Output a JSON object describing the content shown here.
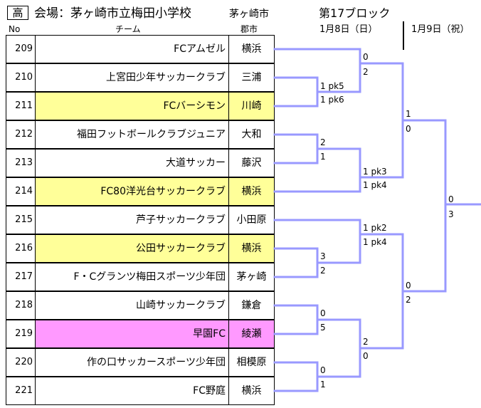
{
  "header": {
    "grade": "高",
    "venue": "会場：茅ヶ崎市立梅田小学校",
    "venue_city": "茅ヶ崎市",
    "block_title": "第17ブロック",
    "date1": "1月8日（日）",
    "date2": "1月9日（祝）"
  },
  "columns": {
    "no": "No",
    "team": "チーム",
    "city": "郡市"
  },
  "highlight_colors": {
    "yellow": "#ffff99",
    "pink": "#ff99ff",
    "line": "#9999ff"
  },
  "teams": [
    {
      "no": "209",
      "name": "FCアムゼル",
      "city": "横浜",
      "hl": ""
    },
    {
      "no": "210",
      "name": "上宮田少年サッカークラブ",
      "city": "三浦",
      "hl": ""
    },
    {
      "no": "211",
      "name": "FCバーシモン",
      "city": "川崎",
      "hl": "yellow"
    },
    {
      "no": "212",
      "name": "福田フットボールクラブジュニア",
      "city": "大和",
      "hl": ""
    },
    {
      "no": "213",
      "name": "大道サッカー",
      "city": "藤沢",
      "hl": ""
    },
    {
      "no": "214",
      "name": "FC80洋光台サッカークラブ",
      "city": "横浜",
      "hl": "yellow"
    },
    {
      "no": "215",
      "name": "芦子サッカークラブ",
      "city": "小田原",
      "hl": ""
    },
    {
      "no": "216",
      "name": "公田サッカークラブ",
      "city": "横浜",
      "hl": "yellow"
    },
    {
      "no": "217",
      "name": "F・Cグランツ梅田スポーツ少年団",
      "city": "茅ヶ崎",
      "hl": ""
    },
    {
      "no": "218",
      "name": "山崎サッカークラブ",
      "city": "鎌倉",
      "hl": ""
    },
    {
      "no": "219",
      "name": "早園FC",
      "city": "綾瀬",
      "hl": "pink"
    },
    {
      "no": "220",
      "name": "作の口サッカースポーツ少年団",
      "city": "相模原",
      "hl": ""
    },
    {
      "no": "221",
      "name": "FC野庭",
      "city": "横浜",
      "hl": ""
    }
  ],
  "scores": [
    {
      "text": "0"
    },
    {
      "text": "2"
    },
    {
      "text": "1 pk5"
    },
    {
      "text": "1 pk6"
    },
    {
      "text": "2"
    },
    {
      "text": "1"
    },
    {
      "text": "1 pk3"
    },
    {
      "text": "1 pk4"
    },
    {
      "text": "1"
    },
    {
      "text": "0"
    },
    {
      "text": "0"
    },
    {
      "text": "3"
    },
    {
      "text": "1 pk2"
    },
    {
      "text": "1 pk4"
    },
    {
      "text": "3"
    },
    {
      "text": "2"
    },
    {
      "text": "0"
    },
    {
      "text": "2"
    },
    {
      "text": "0"
    },
    {
      "text": "5"
    },
    {
      "text": "2"
    },
    {
      "text": "0"
    },
    {
      "text": "0"
    },
    {
      "text": "1"
    }
  ]
}
